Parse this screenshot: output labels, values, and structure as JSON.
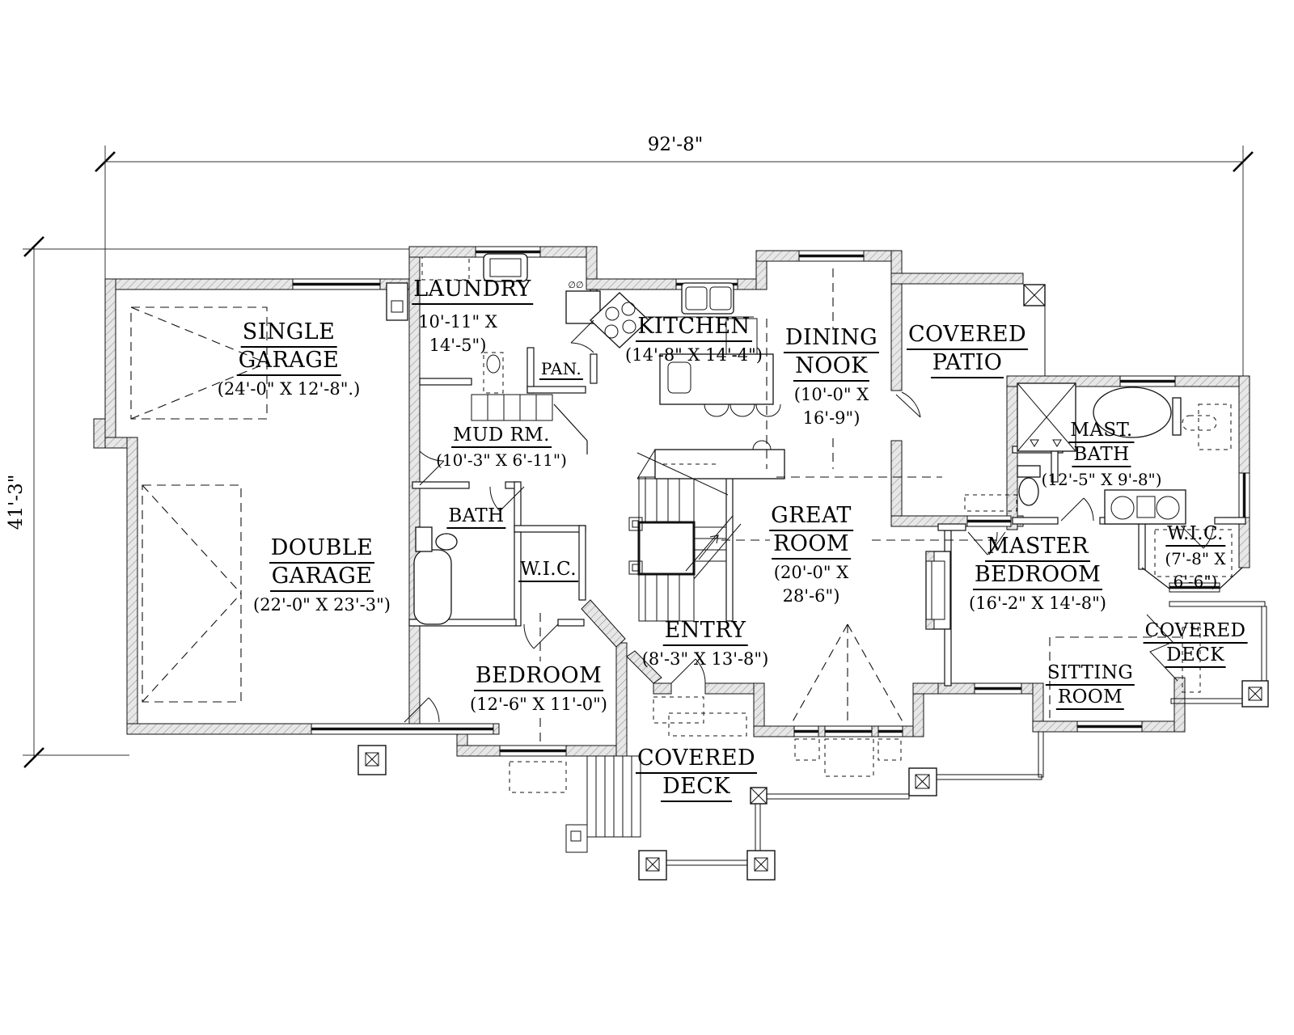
{
  "dimensions": {
    "width_total": "92'-8\"",
    "depth_total": "41'-3\""
  },
  "rooms": {
    "single_garage": {
      "line1": "SINGLE",
      "line2": "GARAGE",
      "dims": "(24'-0\" X 12'-8\".)"
    },
    "double_garage": {
      "line1": "DOUBLE",
      "line2": "GARAGE",
      "dims": "(22'-0\" X 23'-3\")"
    },
    "laundry": {
      "line1": "LAUNDRY",
      "dims1": "10'-11\" X",
      "dims2": "14'-5\")"
    },
    "pantry": {
      "line1": "PAN."
    },
    "mud_room": {
      "line1": "MUD RM.",
      "dims": "(10'-3\" X 6'-11\")"
    },
    "kitchen": {
      "line1": "KITCHEN",
      "dims": "(14'-8\" X 14'-4\")"
    },
    "dining_nook": {
      "line1": "DINING",
      "line2": "NOOK",
      "dims1": "(10'-0\" X",
      "dims2": "16'-9\")"
    },
    "covered_patio": {
      "line1": "COVERED",
      "line2": "PATIO"
    },
    "master_bath": {
      "line1": "MAST.",
      "line2": "BATH",
      "dims": "(12'-5\" X 9'-8\")"
    },
    "master_wic": {
      "line1": "W.I.C.",
      "dims1": "(7'-8\" X",
      "dims2": "6'-6\")"
    },
    "great_room": {
      "line1": "GREAT",
      "line2": "ROOM",
      "dims1": "(20'-0\" X",
      "dims2": "28'-6\")"
    },
    "master_bedroom": {
      "line1": "MASTER",
      "line2": "BEDROOM",
      "dims": "(16'-2\" X 14'-8\")"
    },
    "bath": {
      "line1": "BATH"
    },
    "bedroom_wic": {
      "line1": "W.I.C."
    },
    "bedroom": {
      "line1": "BEDROOM",
      "dims": "(12'-6\" X 11'-0\")"
    },
    "entry": {
      "line1": "ENTRY",
      "dims": "(8'-3\" X 13'-8\")"
    },
    "sitting_room": {
      "line1": "SITTING",
      "line2": "ROOM"
    },
    "covered_deck_east": {
      "line1": "COVERED",
      "line2": "DECK"
    },
    "covered_deck_south": {
      "line1": "COVERED",
      "line2": "DECK"
    }
  },
  "fixtures": {
    "laundry_marks": "∅∅"
  }
}
